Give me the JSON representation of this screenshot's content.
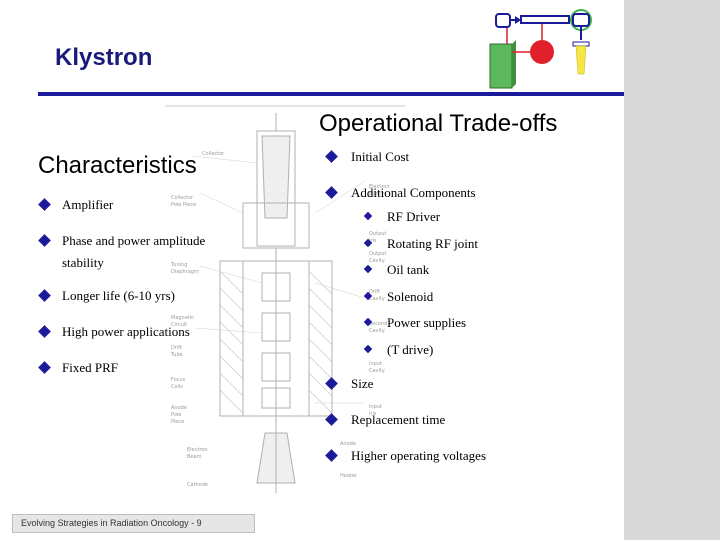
{
  "slide": {
    "title": "Klystron",
    "footer": "Evolving Strategies in Radiation Oncology - 9"
  },
  "left": {
    "heading": "Characteristics",
    "bullets": [
      "Amplifier",
      "Phase and power amplitude stability",
      "Longer life (6-10 yrs)",
      "High power applications",
      "Fixed PRF"
    ]
  },
  "right": {
    "heading": "Operational Trade-offs",
    "items": [
      {
        "text": "Initial Cost",
        "level": 1
      },
      {
        "text": "Additional Components",
        "level": 1
      },
      {
        "text": "RF Driver",
        "level": 2
      },
      {
        "text": "Rotating RF joint",
        "level": 2
      },
      {
        "text": "Oil tank",
        "level": 2
      },
      {
        "text": "Solenoid",
        "level": 2
      },
      {
        "text": "Power supplies",
        "level": 2
      },
      {
        "text": "(T drive)",
        "level": 2
      },
      {
        "text": "Size",
        "level": 1
      },
      {
        "text": "Replacement time",
        "level": 1
      },
      {
        "text": "Higher operating voltages",
        "level": 1
      }
    ]
  },
  "diagram_labels": {
    "left": [
      "Collector",
      "Collector Pole Piece",
      "Tuning Diaphragm",
      "Magnetic Circuit",
      "Drift Tube",
      "Focus Coils",
      "Anode Pole Piece",
      "Electron Beam",
      "Cathode"
    ],
    "right": [
      "Electron Bunch",
      "Output Iris",
      "Output Cavity",
      "Output Cavity",
      "Drift Cavity",
      "Second Cavity",
      "Input Cavity",
      "Input Iris",
      "Anode",
      "Heater"
    ]
  },
  "colors": {
    "accent": "#1a1a9a",
    "sidebar": "#d9d9d9",
    "logo_green": "#5cb85c",
    "logo_red": "#e0202a",
    "logo_yellow": "#f5e642"
  }
}
